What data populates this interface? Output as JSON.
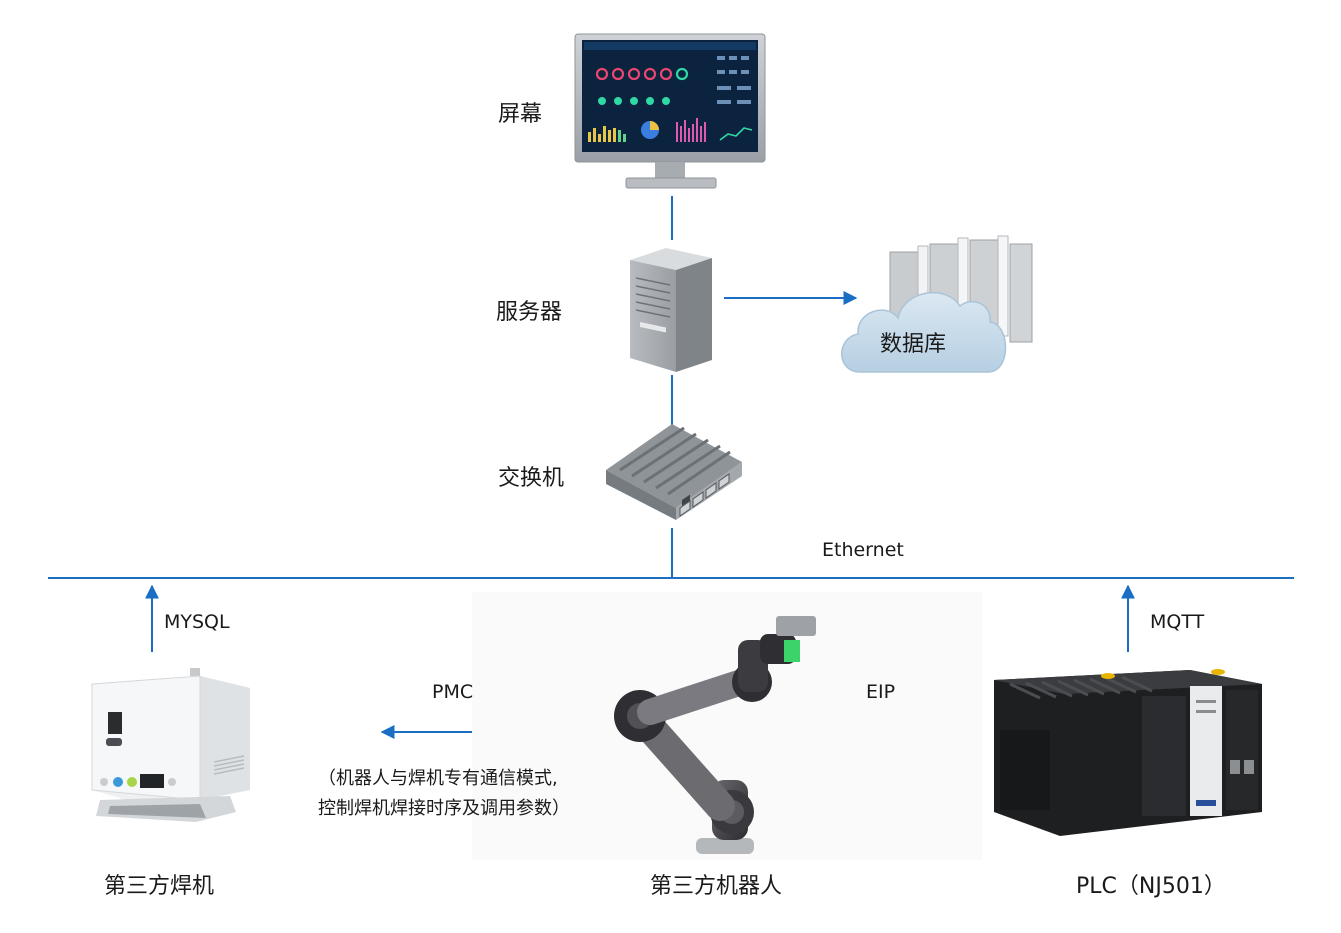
{
  "nodes": {
    "screen": "屏幕",
    "server": "服务器",
    "database": "数据库",
    "switch": "交换机",
    "welder": "第三方焊机",
    "robot": "第三方机器人",
    "plc": "PLC（NJ501）"
  },
  "links": {
    "ethernet": "Ethernet",
    "mysql": "MYSQL",
    "mqtt": "MQTT",
    "pmc": "PMC",
    "eip": "EIP",
    "pmc_note_line1": "（机器人与焊机专有通信模式,",
    "pmc_note_line2": "控制焊机焊接时序及调用参数）"
  },
  "colors": {
    "line": "#1a6fc4",
    "cloud": "#c7dceb"
  }
}
